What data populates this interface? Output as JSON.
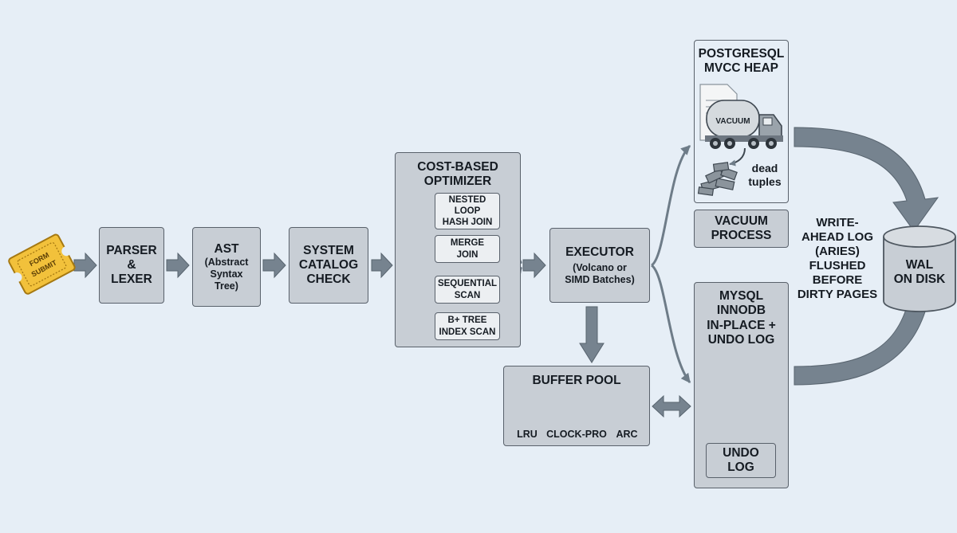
{
  "ticket": {
    "label_line1": "FORM",
    "label_line2": "SUBMIT"
  },
  "parser": {
    "line1": "PARSER",
    "line2": "&",
    "line3": "LEXER"
  },
  "ast": {
    "title": "AST",
    "sub1": "(Abstract",
    "sub2": "Syntax",
    "sub3": "Tree)"
  },
  "catalog": {
    "line1": "SYSTEM",
    "line2": "CATALOG",
    "line3": "CHECK"
  },
  "optimizer": {
    "title_line1": "COST-BASED",
    "title_line2": "OPTIMIZER",
    "plans": [
      {
        "lines": [
          "NESTED",
          "LOOP",
          "HASH JOIN"
        ]
      },
      {
        "lines": [
          "MERGE",
          "JOIN"
        ]
      },
      {
        "lines": [
          "SEQUENTIAL",
          "SCAN"
        ]
      },
      {
        "lines": [
          "B+ TREE",
          "INDEX SCAN"
        ]
      }
    ]
  },
  "executor": {
    "title": "EXECUTOR",
    "sub1": "(Volcano or",
    "sub2": "SIMD Batches)"
  },
  "buffer_pool": {
    "title": "BUFFER POOL",
    "policies": [
      {
        "label": "LRU",
        "icon": "server-stack-icon"
      },
      {
        "label": "CLOCK-PRO",
        "icon": "clock-icon"
      },
      {
        "label": "ARC",
        "icon": "gauge-icon"
      }
    ]
  },
  "postgres": {
    "title_line1": "POSTGRESQL",
    "title_line2": "MVCC HEAP",
    "truck_label": "VACUUM",
    "dead_line1": "dead",
    "dead_line2": "tuples",
    "vacuum_line1": "VACUUM",
    "vacuum_line2": "PROCESS"
  },
  "mysql": {
    "title_line1": "MYSQL",
    "title_line2": "INNODB",
    "title_line3": "IN-PLACE +",
    "title_line4": "UNDO LOG",
    "undo_line1": "UNDO",
    "undo_line2": "LOG"
  },
  "wal_note": {
    "lines": [
      "WRITE-",
      "AHEAD LOG",
      "(ARIES)",
      "FLUSHED",
      "BEFORE",
      "DIRTY PAGES"
    ]
  },
  "wal_disk": {
    "line1": "WAL",
    "line2": "ON DISK"
  },
  "colors": {
    "background": "#e6eef6",
    "box_fill": "#c8ced5",
    "box_border": "#59616b",
    "arrow": "#6e7c88",
    "ticket": "#f2c13b"
  }
}
